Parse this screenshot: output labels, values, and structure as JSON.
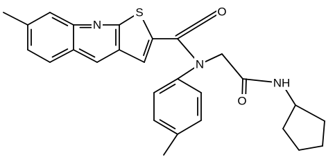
{
  "molecule": {
    "atom_labels": {
      "quinoline_n": "N",
      "thiophene_s": "S",
      "carbonyl_o_1": "O",
      "amide_n": "N",
      "carbonyl_o_2": "O",
      "nh": "NH"
    }
  }
}
